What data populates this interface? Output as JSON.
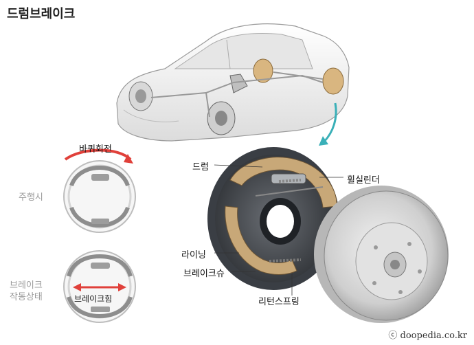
{
  "title": "드럼브레이크",
  "labels": {
    "wheel_rotation": "바퀴회전",
    "driving": "주행시",
    "braking_line1": "브레이크",
    "braking_line2": "작동상태",
    "brake_force": "브레이크힘",
    "drum": "드럼",
    "wheel_cylinder": "휠실린더",
    "lining": "라이닝",
    "brake_shoe": "브레이크슈",
    "return_spring": "리턴스프링"
  },
  "credit": "ⓒ doopedia.co.kr",
  "colors": {
    "lining": "#c8a878",
    "arrow_red": "#e0403a",
    "arrow_teal": "#3ab0b8"
  }
}
